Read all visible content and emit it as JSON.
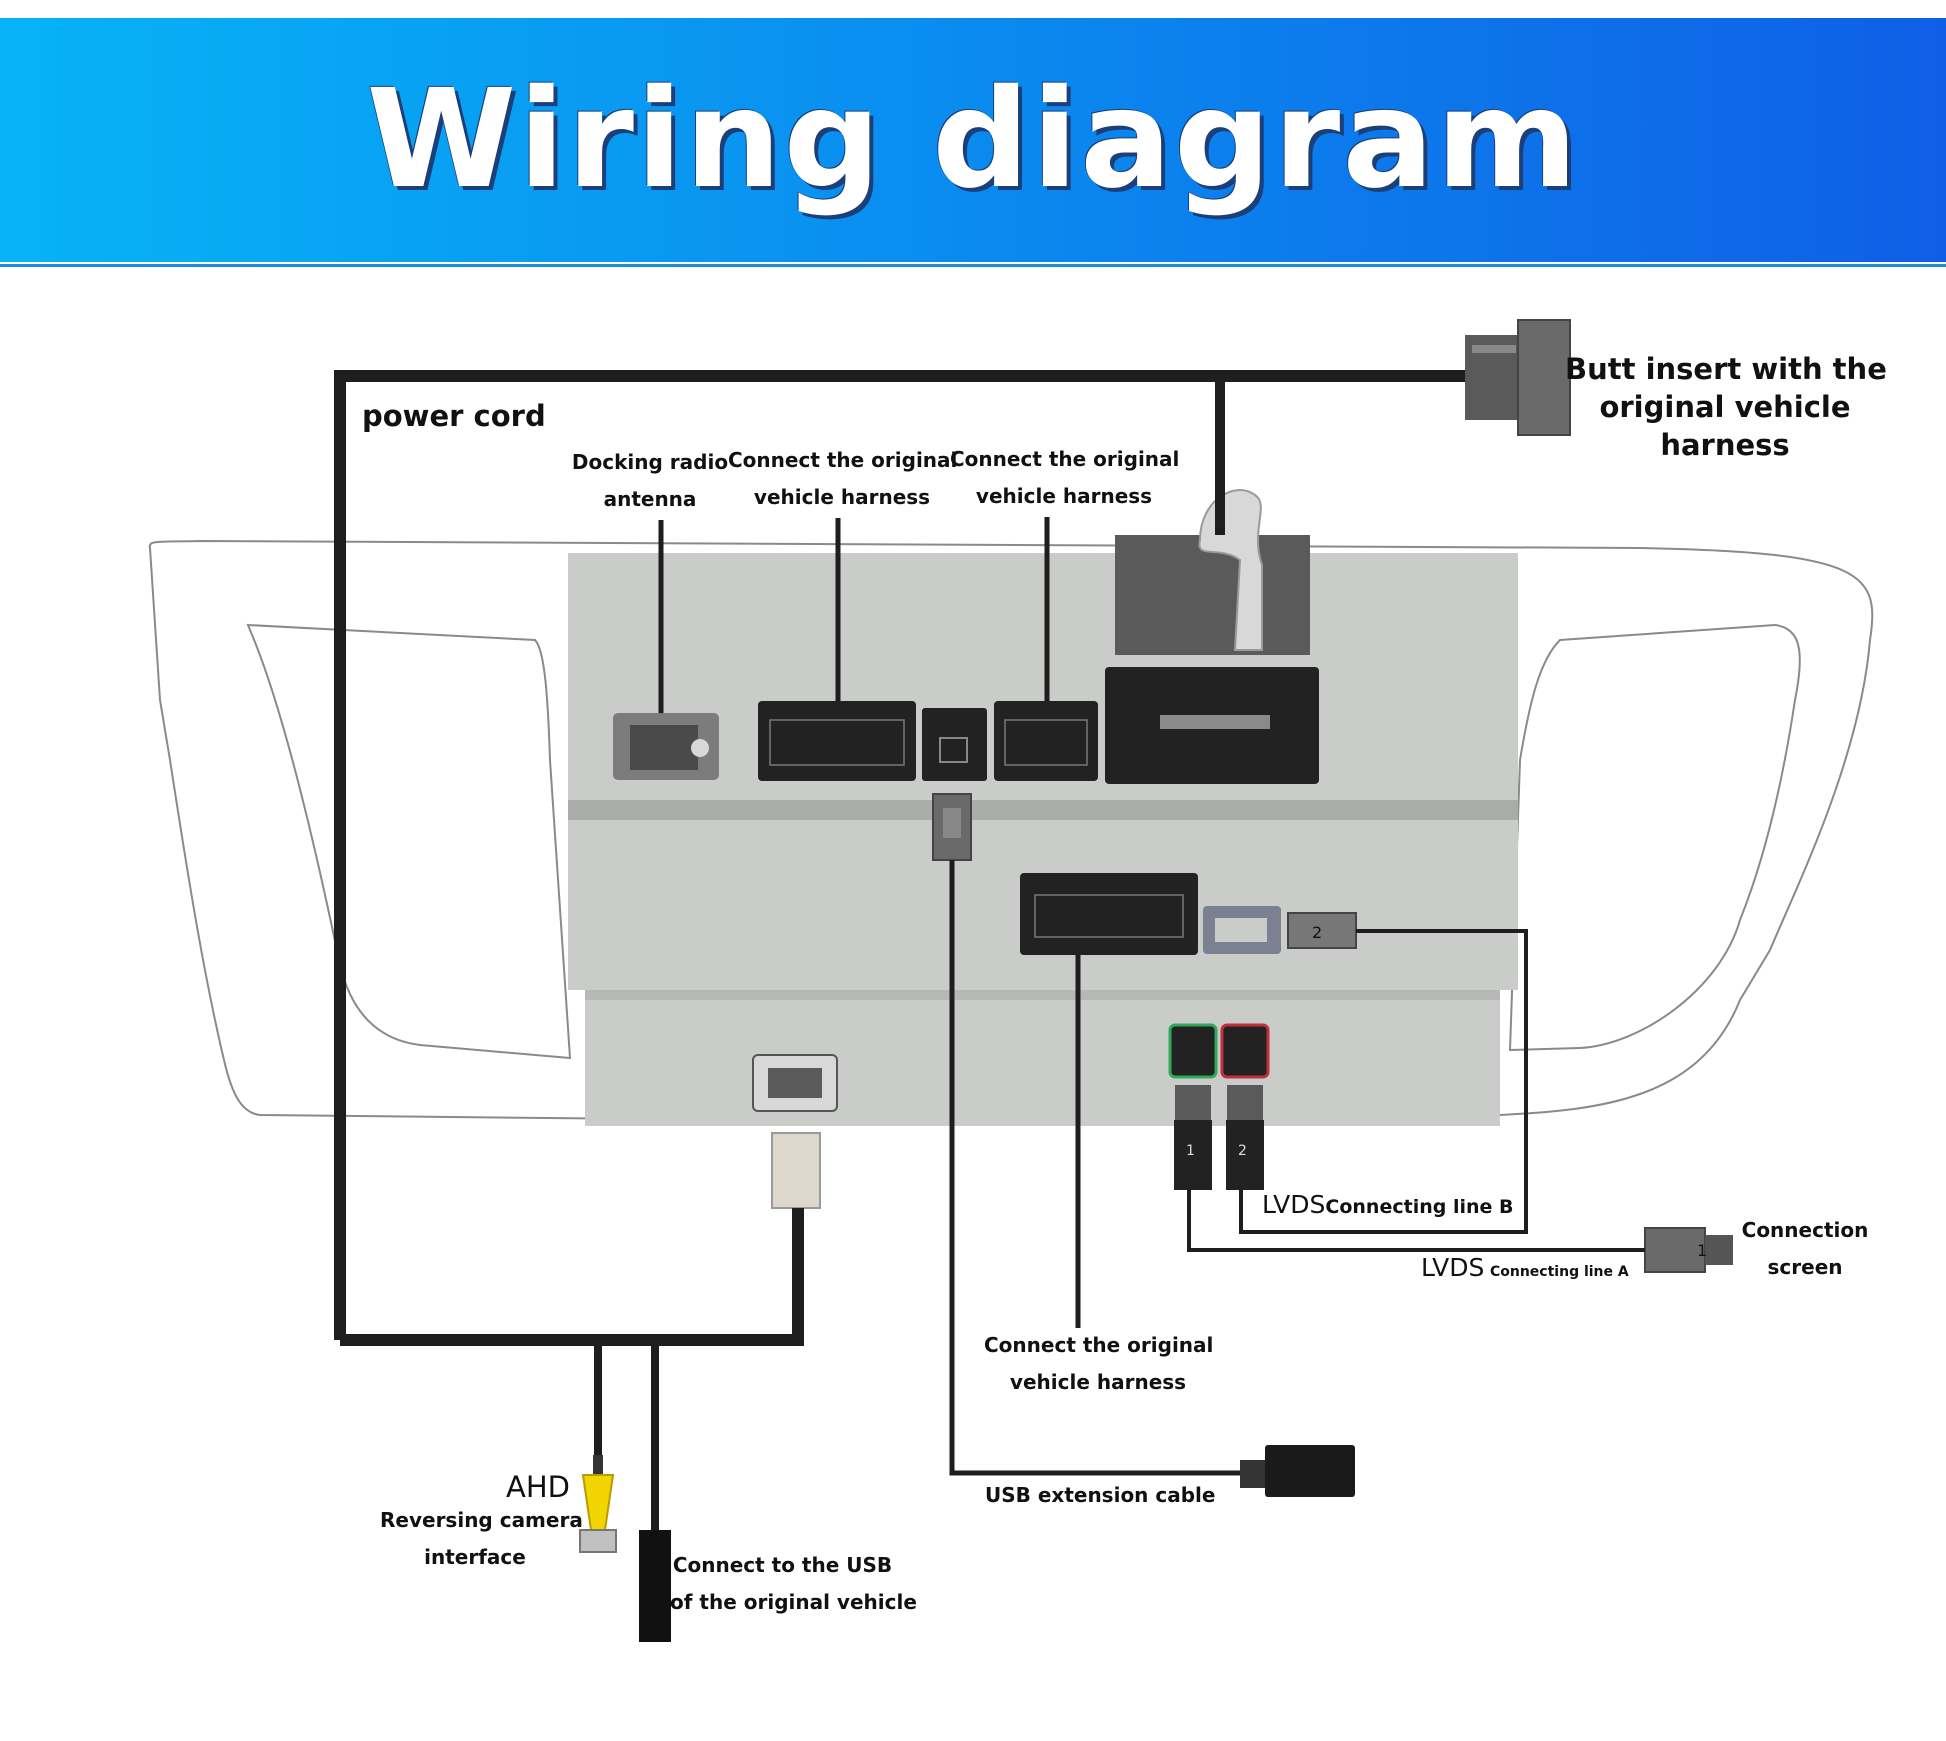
{
  "title": "Wiring diagram",
  "labels": {
    "power_cord": "power cord",
    "butt_insert": [
      "Butt insert with the",
      "original vehicle",
      "harness"
    ],
    "radio_antenna": [
      "Docking radio",
      "antenna"
    ],
    "harness_1": [
      "Connect the original",
      "vehicle harness"
    ],
    "harness_2": [
      "Connect the original",
      "vehicle harness"
    ],
    "harness_3": [
      "Connect the original",
      "vehicle harness"
    ],
    "lvds_b_prefix": "LVDS",
    "lvds_b_text": "Connecting line B",
    "lvds_a_prefix": "LVDS",
    "lvds_a_text": "Connecting line A",
    "connection_screen": [
      "Connection",
      "screen"
    ],
    "usb_extension": "USB extension cable",
    "ahd": "AHD",
    "reversing_camera": [
      "Reversing camera",
      "interface"
    ],
    "usb_vehicle": [
      "Connect to the USB",
      "of the original vehicle"
    ],
    "connector_number_1": "1",
    "connector_number_2": "2"
  },
  "colors": {
    "banner_start": "#07b3f6",
    "banner_end": "#0f5fe6",
    "wire": "#1e1e1e",
    "unit_body": "#c9ccc8",
    "connector": "#222222",
    "rca_yellow": "#f2d400"
  }
}
